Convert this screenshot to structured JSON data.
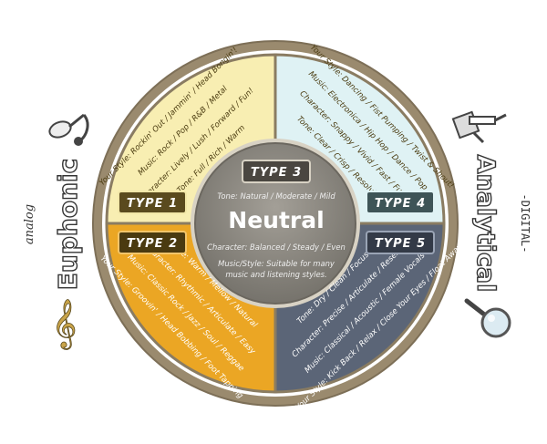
{
  "left_axis": {
    "title": "Euphonic",
    "sub": "analog"
  },
  "right_axis": {
    "title": "Analytical",
    "sub": "-DIGITAL-"
  },
  "center": {
    "badge": "TYPE 3",
    "title": "Neutral",
    "tone": "Tone: Natural / Moderate / Mild",
    "character": "Character: Balanced / Steady / Even",
    "music_line1": "Music/Style: Suitable for many",
    "music_line2": "music and listening styles."
  },
  "quadrants": {
    "type1": {
      "badge": "TYPE 1",
      "lines": [
        "Your Style: Rockin' Out / Jammin' / Head Bongin'!",
        "Music: Rock / Pop / R&B / Metal",
        "Character: Lively / Lush / Forward / Fun!",
        "Tone: Full / Rich / Warm"
      ]
    },
    "type2": {
      "badge": "TYPE 2",
      "lines": [
        "Tone: Warm / Mellow / Natural",
        "Character: Rhythmic / Articulate / Easy",
        "Music: Classic Rock / Jazz / Soul / Reggae",
        "Your Style: Groovin' / Head Bobbing / Foot Tapping"
      ]
    },
    "type4": {
      "badge": "TYPE 4",
      "lines": [
        "Your Style: Dancing / Fist Pumping / Twist & Shout!",
        "Music: Electronica / Hip Hop / Dance / Pop",
        "Character: Snappy / Vivid / Fast / Fun!",
        "Tone: Clear / Crisp / Resolving"
      ]
    },
    "type5": {
      "badge": "TYPE 5",
      "lines": [
        "Tone: Dry / Clean / Focused",
        "Character: Precise / Articulate / Reserved",
        "Music: Classical / Acoustic / Female Vocals",
        "Your Style: Kick Back / Relax / Close Your Eyes / Float Away"
      ]
    }
  },
  "colors": {
    "type1": "#f8eeb2",
    "type2": "#eba624",
    "type4": "#dff2f4",
    "type5": "#5b6577",
    "center": "#8a8780",
    "ring": "#9a8a6e"
  },
  "icons": [
    "eighth-note-icon",
    "treble-clef-icon",
    "digital-note-icon",
    "magnifier-icon"
  ]
}
